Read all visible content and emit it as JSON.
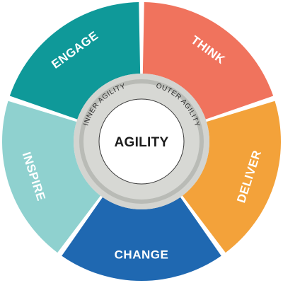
{
  "center": {
    "title": "AGILITY",
    "inner_arc_label": "INNER AGILITY",
    "outer_arc_label": "OUTER AGILITY"
  },
  "segments": [
    {
      "label": "ENGAGE",
      "color": "#0f9999"
    },
    {
      "label": "THINK",
      "color": "#f0735d"
    },
    {
      "label": "DELIVER",
      "color": "#f3a23a"
    },
    {
      "label": "CHANGE",
      "color": "#1f68b1"
    },
    {
      "label": "INSPIRE",
      "color": "#8fd1cf"
    }
  ],
  "colors": {
    "hub_outer": "#d3d4d0",
    "hub_mid": "#b9bbb6",
    "hub_inner": "#d7d8d4",
    "hub_core": "#ffffff",
    "ring_line": "#3a3a3a"
  }
}
